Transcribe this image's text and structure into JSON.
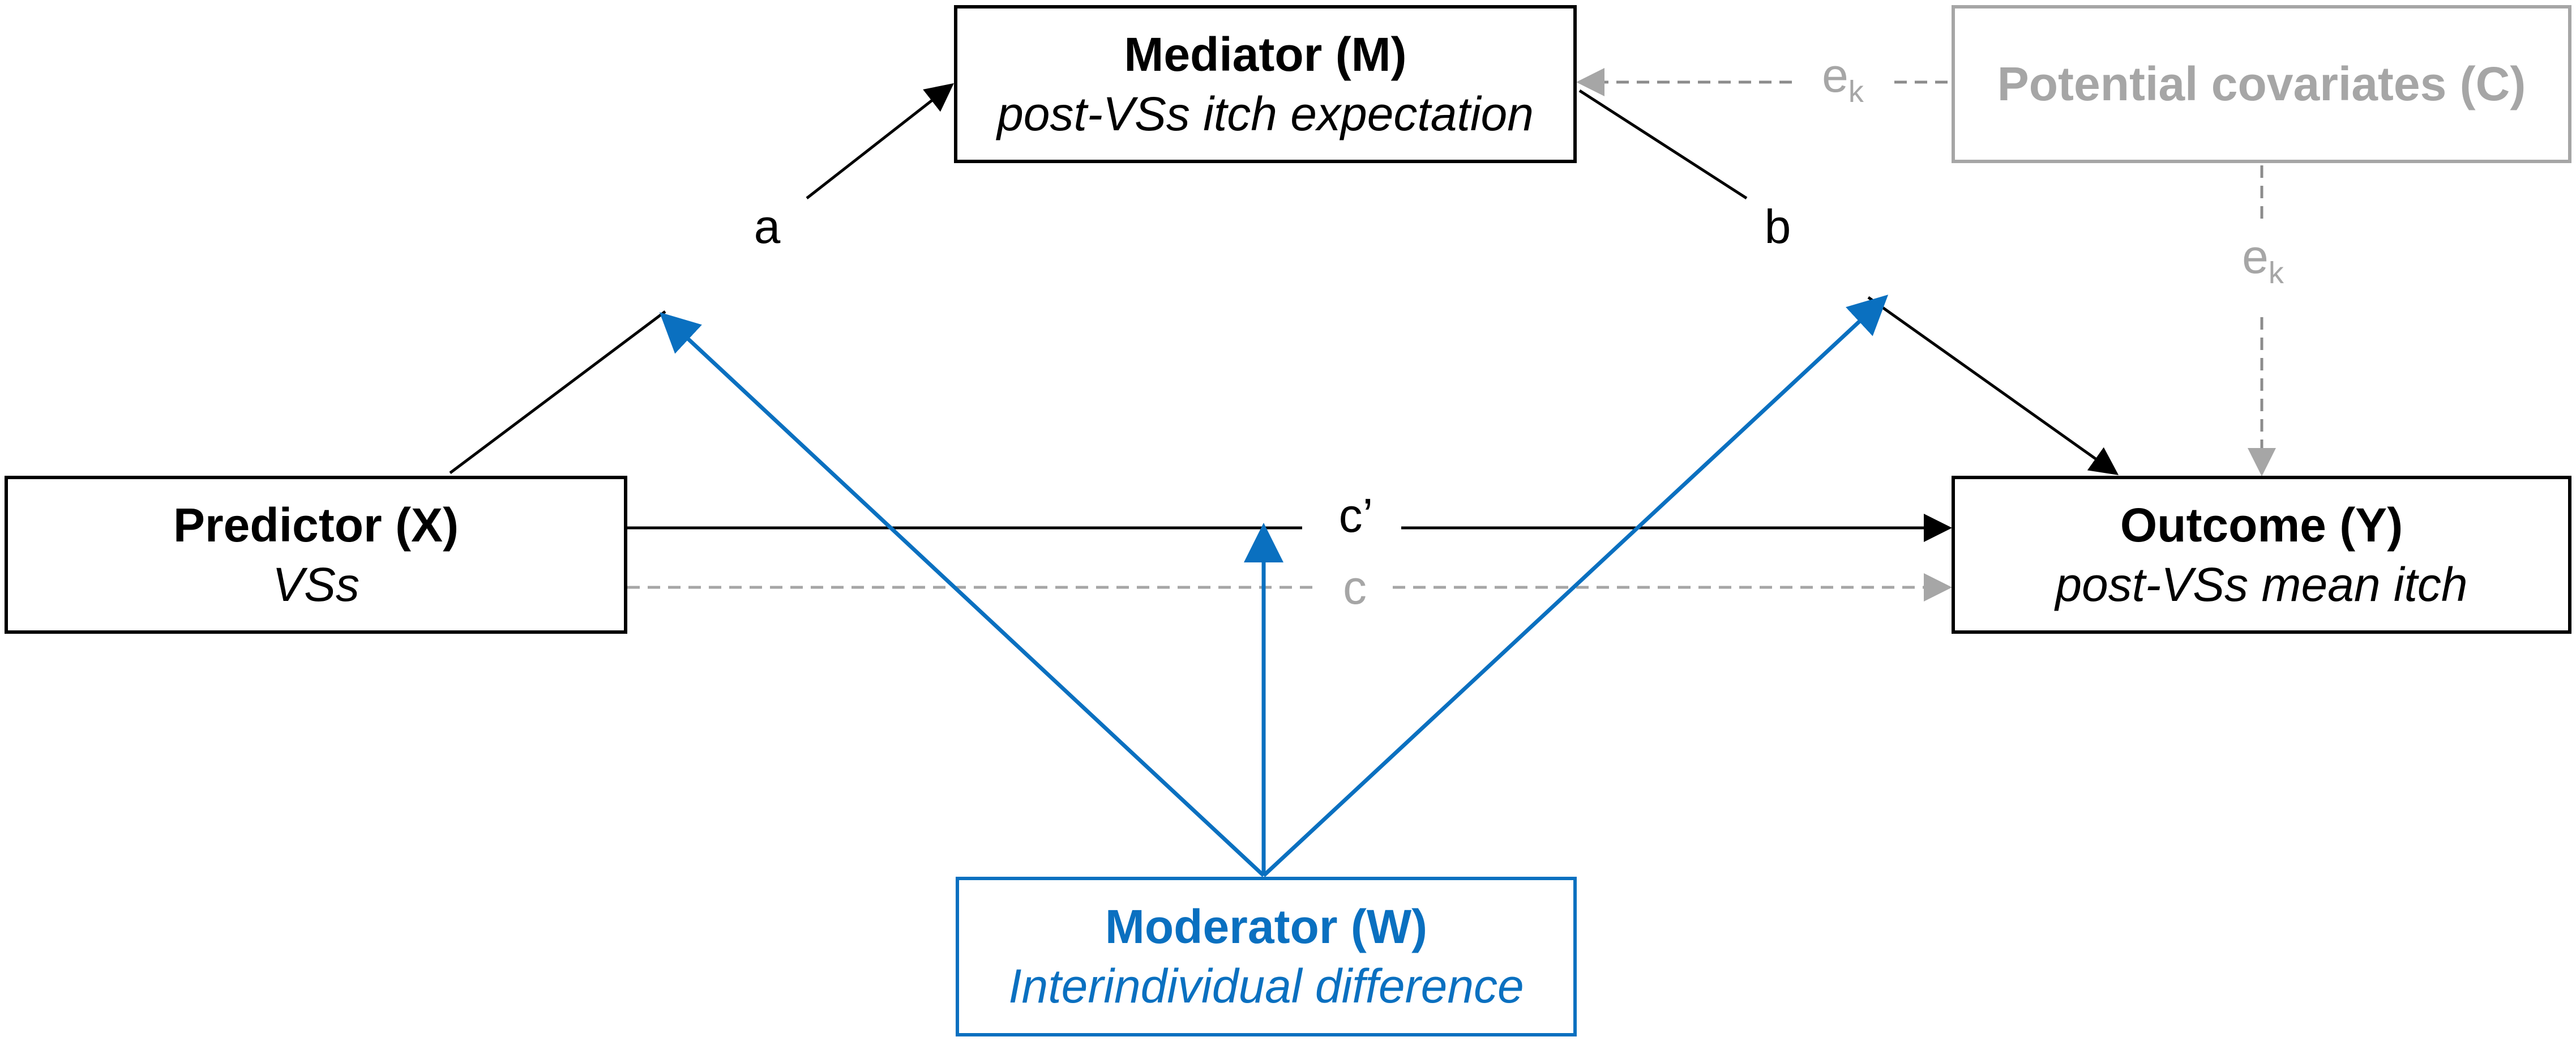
{
  "colors": {
    "main": "#000000",
    "covariate": "#a6a6a6",
    "moderator": "#0a70c0"
  },
  "nodes": {
    "mediator": {
      "title": "Mediator (M)",
      "subtitle": "post-VSs itch expectation"
    },
    "covariates": {
      "title": "Potential covariates (C)"
    },
    "predictor": {
      "title": "Predictor (X)",
      "subtitle": "VSs"
    },
    "outcome": {
      "title": "Outcome (Y)",
      "subtitle": "post-VSs mean itch"
    },
    "moderator": {
      "title": "Moderator (W)",
      "subtitle": "Interindividual difference"
    }
  },
  "paths": {
    "a": "a",
    "b": "b",
    "c_prime": "c’",
    "c": "c",
    "error_base": "e",
    "error_sub": "k"
  }
}
